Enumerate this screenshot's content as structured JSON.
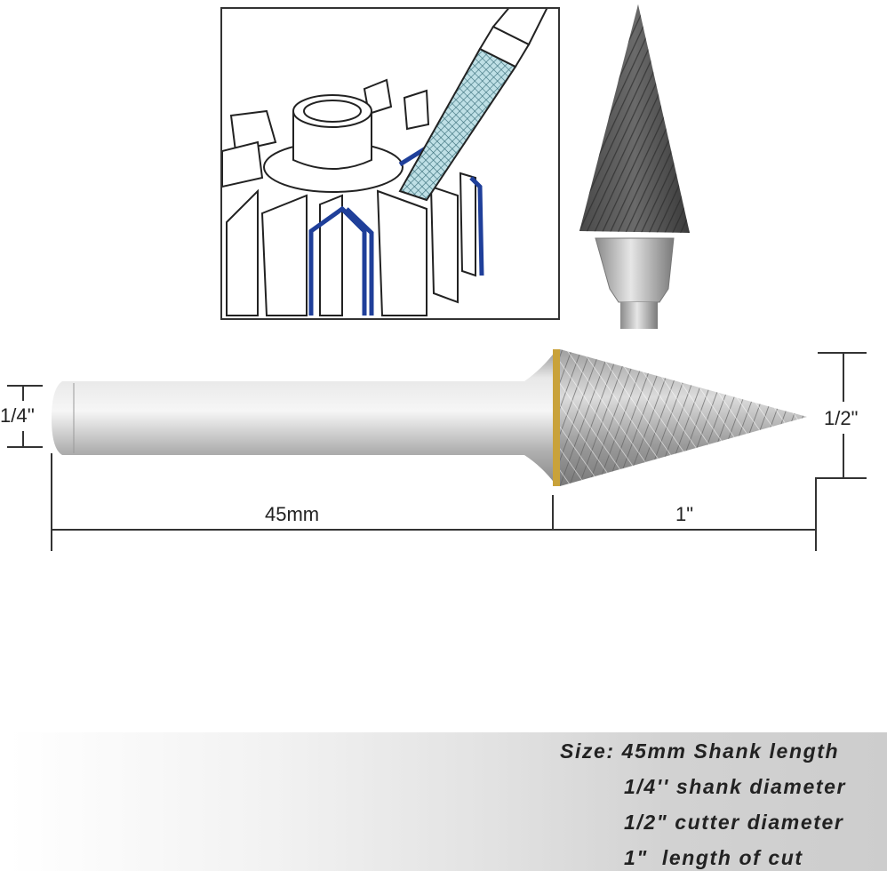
{
  "illustration": {
    "description": "line drawing of burr deburring gear teeth",
    "accent_color": "#1f3f9a"
  },
  "detail_photo": {
    "description": "close-up of pointed cone carbide burr head"
  },
  "product": {
    "description": "pointed cone tungsten carbide burr with double-cut flutes",
    "accent_color": "#c9a23a"
  },
  "dimensions": {
    "shank_diameter_label": "1/4''",
    "cutter_diameter_label": "1/2\"",
    "shank_length_label": "45mm",
    "cut_length_label": "1\""
  },
  "specs": {
    "lines": [
      "Size: 45mm Shank length",
      "1/4'' shank diameter",
      "1/2\" cutter diameter",
      "1\"  length of cut"
    ]
  }
}
